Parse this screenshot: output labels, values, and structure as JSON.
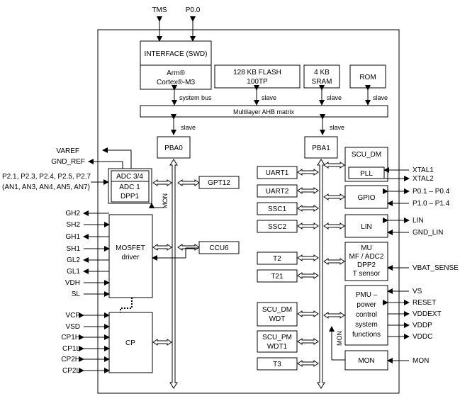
{
  "top_pins": {
    "tms": "TMS",
    "p00": "P0.0"
  },
  "blocks": {
    "interface": "INTERFACE (SWD)",
    "arm_l1": "Arm®",
    "arm_l2": "Cortex®-M3",
    "flash_l1": "128 KB FLASH",
    "flash_l2": "100TP",
    "sram_l1": "4 KB",
    "sram_l2": "SRAM",
    "rom": "ROM",
    "ahb": "Multilayer AHB matrix",
    "pba0": "PBA0",
    "pba1": "PBA1",
    "adc34": "ADC 3/4",
    "adc1": "ADC 1",
    "dpp1": "DPP1",
    "mon_vertical": "MON",
    "gpt12": "GPT12",
    "ccu6": "CCU6",
    "mosfet_l1": "MOSFET",
    "mosfet_l2": "driver",
    "cp": "CP",
    "uart1": "UART1",
    "uart2": "UART2",
    "ssc1": "SSC1",
    "ssc2": "SSC2",
    "t2": "T2",
    "t21": "T21",
    "scu_dm_wdt_l1": "SCU_DM",
    "scu_dm_wdt_l2": "WDT",
    "scu_pm_wdt_l1": "SCU_PM",
    "scu_pm_wdt_l2": "WDT1",
    "t3": "T3",
    "scu_dm": "SCU_DM",
    "pll": "PLL",
    "gpio": "GPIO",
    "lin": "LIN",
    "mu_l1": "MU",
    "mu_l2": "MF / ADC2",
    "mu_l3": "DPP2",
    "mu_l4": "T sensor",
    "pmu_l1": "PMU –",
    "pmu_l2": "power",
    "pmu_l3": "control",
    "pmu_l4": "system",
    "pmu_l5": "functions",
    "mon_block": "MON",
    "mon_vertical2": "MON"
  },
  "bus_labels": {
    "system_bus": "system bus",
    "slave1": "slave",
    "slave2": "slave",
    "slave3": "slave",
    "slave_pba0": "slave",
    "slave_pba1": "slave"
  },
  "left_pins": {
    "varef": "VAREF",
    "gnd_ref": "GND_REF",
    "adc_pins_l1": "P2.1, P2.3, P2.4, P2.5, P2.7",
    "adc_pins_l2": "(AN1, AN3, AN4, AN5, AN7)",
    "gh2": "GH2",
    "sh2": "SH2",
    "gh1": "GH1",
    "sh1": "SH1",
    "gl2": "GL2",
    "gl1": "GL1",
    "vdh": "VDH",
    "sl": "SL",
    "vcp": "VCP",
    "vsd": "VSD",
    "cp1h": "CP1H",
    "cp1l": "CP1L",
    "cp2h": "CP2H",
    "cp2l": "CP2L"
  },
  "right_pins": {
    "xtal1": "XTAL1",
    "xtal2": "XTAL2",
    "p01_04": "P0.1 – P0.4",
    "p10_14": "P1.0 – P1.4",
    "lin": "LIN",
    "gnd_lin": "GND_LIN",
    "vbat_sense": "VBAT_SENSE",
    "vs": "VS",
    "reset": "RESET",
    "vddext": "VDDEXT",
    "vddp": "VDDP",
    "vddc": "VDDC",
    "mon": "MON"
  }
}
